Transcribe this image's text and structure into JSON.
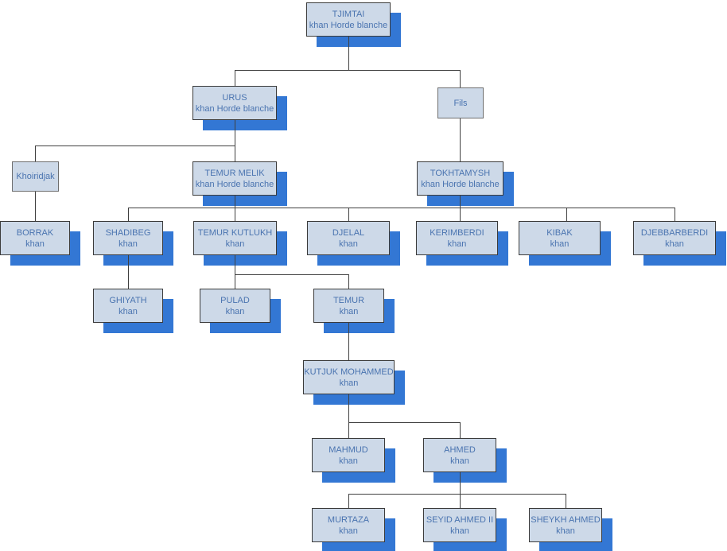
{
  "diagram": {
    "type": "family-tree",
    "subject": "Khans of the White Horde (Horde blanche)"
  },
  "colors": {
    "box_fill": "#cdd9e8",
    "box_border": "#3b3b3b",
    "box_border_plain": "#6e6e6e",
    "box_shadow": "#3377d4",
    "text": "#4a74b0",
    "connector": "#404040",
    "background": "#ffffff"
  },
  "nodes": [
    {
      "id": "tjimtai",
      "title": "TJIMTAI",
      "subtitle": "khan Horde blanche"
    },
    {
      "id": "urus",
      "title": "URUS",
      "subtitle": "khan Horde blanche"
    },
    {
      "id": "fils",
      "title": "Fils",
      "subtitle": ""
    },
    {
      "id": "khoiridjak",
      "title": "Khoiridjak",
      "subtitle": ""
    },
    {
      "id": "temur_melik",
      "title": "TEMUR MELIK",
      "subtitle": "khan Horde blanche"
    },
    {
      "id": "tokhtamysh",
      "title": "TOKHTAMYSH",
      "subtitle": "khan Horde blanche"
    },
    {
      "id": "borrak",
      "title": "BORRAK",
      "subtitle": "khan"
    },
    {
      "id": "shadibeg",
      "title": "SHADIBEG",
      "subtitle": "khan"
    },
    {
      "id": "temur_kutlukh",
      "title": "TEMUR KUTLUKH",
      "subtitle": "khan"
    },
    {
      "id": "djelal",
      "title": "DJELAL",
      "subtitle": "khan"
    },
    {
      "id": "kerimberdi",
      "title": "KERIMBERDI",
      "subtitle": "khan"
    },
    {
      "id": "kibak",
      "title": "KIBAK",
      "subtitle": "khan"
    },
    {
      "id": "djebbarberdi",
      "title": "DJEBBARBERDI",
      "subtitle": "khan"
    },
    {
      "id": "ghiyath",
      "title": "GHIYATH",
      "subtitle": "khan"
    },
    {
      "id": "pulad",
      "title": "PULAD",
      "subtitle": "khan"
    },
    {
      "id": "temur",
      "title": "TEMUR",
      "subtitle": "khan"
    },
    {
      "id": "kutjuk_mohammed",
      "title": "KUTJUK MOHAMMED",
      "subtitle": "khan"
    },
    {
      "id": "mahmud",
      "title": "MAHMUD",
      "subtitle": "khan"
    },
    {
      "id": "ahmed",
      "title": "AHMED",
      "subtitle": "khan"
    },
    {
      "id": "murtaza",
      "title": "MURTAZA",
      "subtitle": "khan"
    },
    {
      "id": "seyid_ahmed_ii",
      "title": "SEYID AHMED II",
      "subtitle": "khan"
    },
    {
      "id": "sheykh_ahmed",
      "title": "SHEYKH AHMED",
      "subtitle": "khan"
    }
  ],
  "edges": [
    {
      "parent": "tjimtai",
      "children": [
        "urus",
        "fils"
      ]
    },
    {
      "parent": "urus",
      "children": [
        "khoiridjak",
        "temur_melik"
      ]
    },
    {
      "parent": "fils",
      "children": [
        "tokhtamysh"
      ]
    },
    {
      "parent": "khoiridjak",
      "children": [
        "borrak"
      ]
    },
    {
      "parent": "temur_melik",
      "children": [
        "shadibeg",
        "temur_kutlukh"
      ]
    },
    {
      "parent": "tokhtamysh",
      "children": [
        "djelal",
        "kerimberdi",
        "kibak",
        "djebbarberdi"
      ]
    },
    {
      "parent": "shadibeg",
      "children": [
        "ghiyath"
      ]
    },
    {
      "parent": "temur_kutlukh",
      "children": [
        "pulad",
        "temur"
      ]
    },
    {
      "parent": "temur",
      "children": [
        "kutjuk_mohammed"
      ]
    },
    {
      "parent": "kutjuk_mohammed",
      "children": [
        "mahmud",
        "ahmed"
      ]
    },
    {
      "parent": "ahmed",
      "children": [
        "murtaza",
        "seyid_ahmed_ii",
        "sheykh_ahmed"
      ]
    }
  ]
}
